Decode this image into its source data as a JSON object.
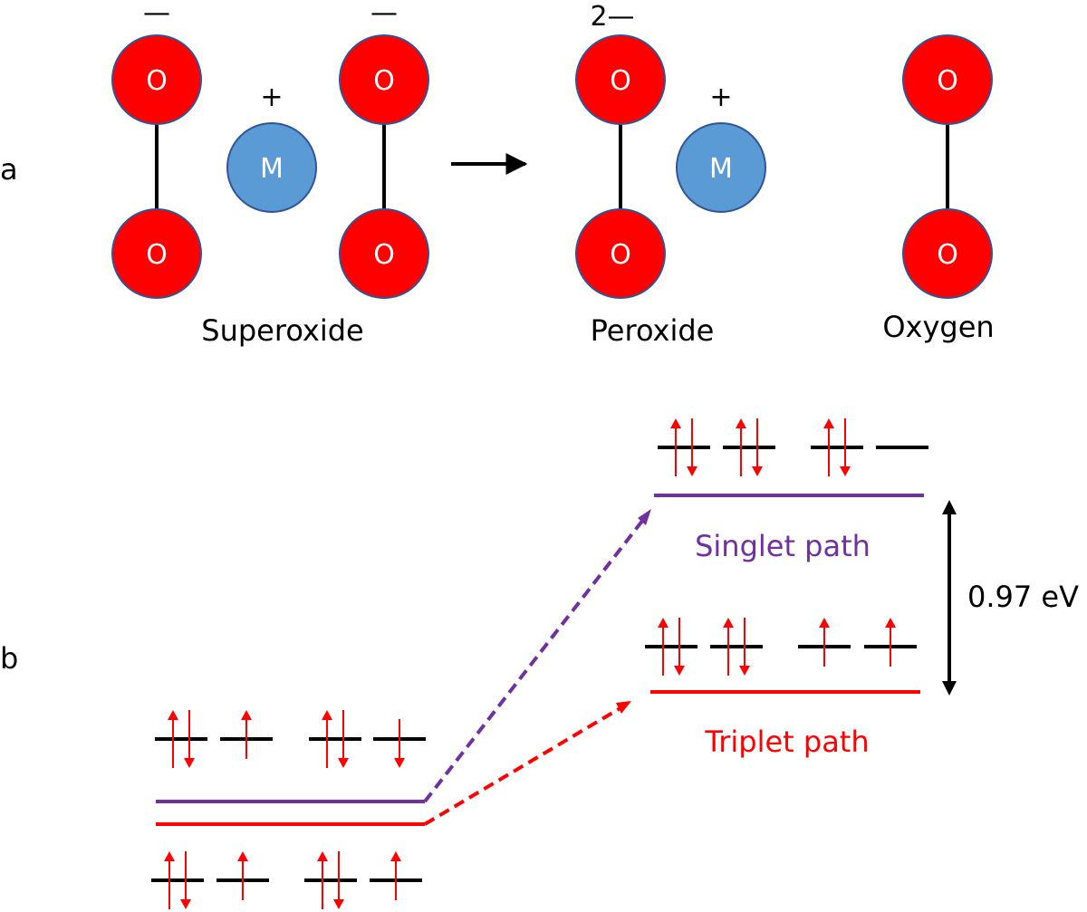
{
  "panel_a": {
    "label": "a",
    "atom_symbol": "O",
    "metal_symbol": "M",
    "superoxide": {
      "name": "Superoxide",
      "left_charge": "—",
      "right_charge": "—",
      "metal_charge": "+"
    },
    "peroxide": {
      "name": "Peroxide",
      "charge": "2—",
      "metal_charge": "+"
    },
    "oxygen": {
      "name": "Oxygen"
    }
  },
  "panel_b": {
    "label": "b",
    "energy_gap": "0.97 eV",
    "singlet_label": "Singlet path",
    "triplet_label": "Triplet path",
    "colors": {
      "singlet": "#7030a0",
      "triplet": "#ff0000",
      "electron": "#ff0000",
      "oxygen_atom": "#ff0000",
      "metal_atom": "#5b9bd5",
      "atom_border": "#2f5597"
    },
    "spin_configurations": {
      "initial_upper": [
        "up-down",
        "up",
        "up-down",
        "down"
      ],
      "initial_lower": [
        "up-down",
        "up",
        "up-down",
        "up"
      ],
      "singlet_final": [
        "up-down",
        "up-down",
        "up-down",
        "empty"
      ],
      "triplet_final": [
        "up-down",
        "up-down",
        "up",
        "up"
      ]
    }
  }
}
